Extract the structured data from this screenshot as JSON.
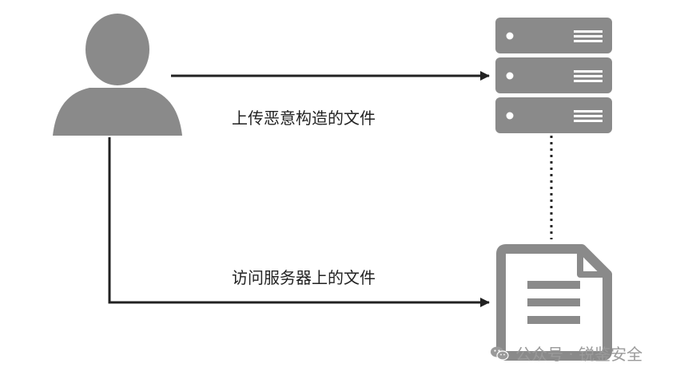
{
  "diagram": {
    "upload_label": "上传恶意构造的文件",
    "access_label": "访问服务器上的文件"
  },
  "watermark": {
    "text": "公众号 · 锐鉴安全"
  },
  "icons": {
    "user": "user-icon",
    "server": "server-stack-icon",
    "file": "document-icon",
    "wechat": "wechat-logo"
  },
  "colors": {
    "icon_gray": "#8a8a8a",
    "arrow": "#222222",
    "watermark": "#9a9a9a"
  }
}
